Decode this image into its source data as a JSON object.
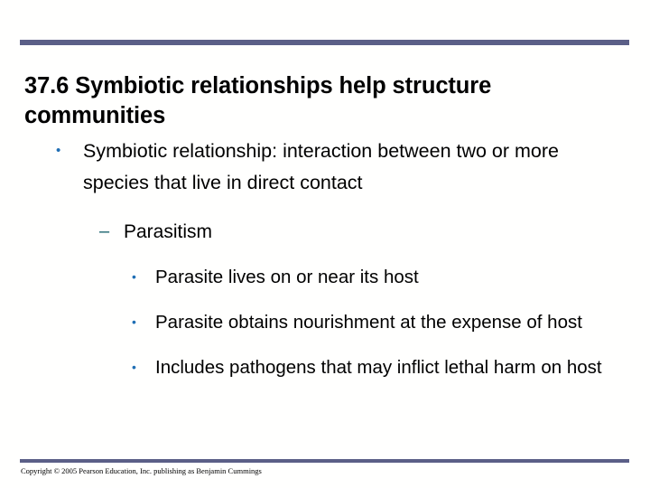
{
  "slide": {
    "title": "37.6 Symbiotic relationships help structure communities",
    "background_color": "#fffffe",
    "rule_color": "#5b5f87",
    "bullet_level1_color": "#1f6eb4",
    "bullet_level2_color": "#18636e",
    "bullet_level3_color": "#1f6eb4",
    "bullet_level1_glyph": "•",
    "bullet_level2_glyph": "–",
    "bullet_level3_glyph": "•",
    "outline": [
      {
        "level": 1,
        "text": "Symbiotic relationship: interaction between two or more species that live in direct contact"
      },
      {
        "level": 2,
        "text": "Parasitism"
      },
      {
        "level": 3,
        "text": "Parasite lives on or near its host"
      },
      {
        "level": 3,
        "text": "Parasite obtains nourishment at the expense of host"
      },
      {
        "level": 3,
        "text": "Includes pathogens that may inflict lethal harm on host"
      }
    ],
    "footer": {
      "copyright": "Copyright © 2005 Pearson Education, Inc. publishing as Benjamin Cummings"
    }
  }
}
